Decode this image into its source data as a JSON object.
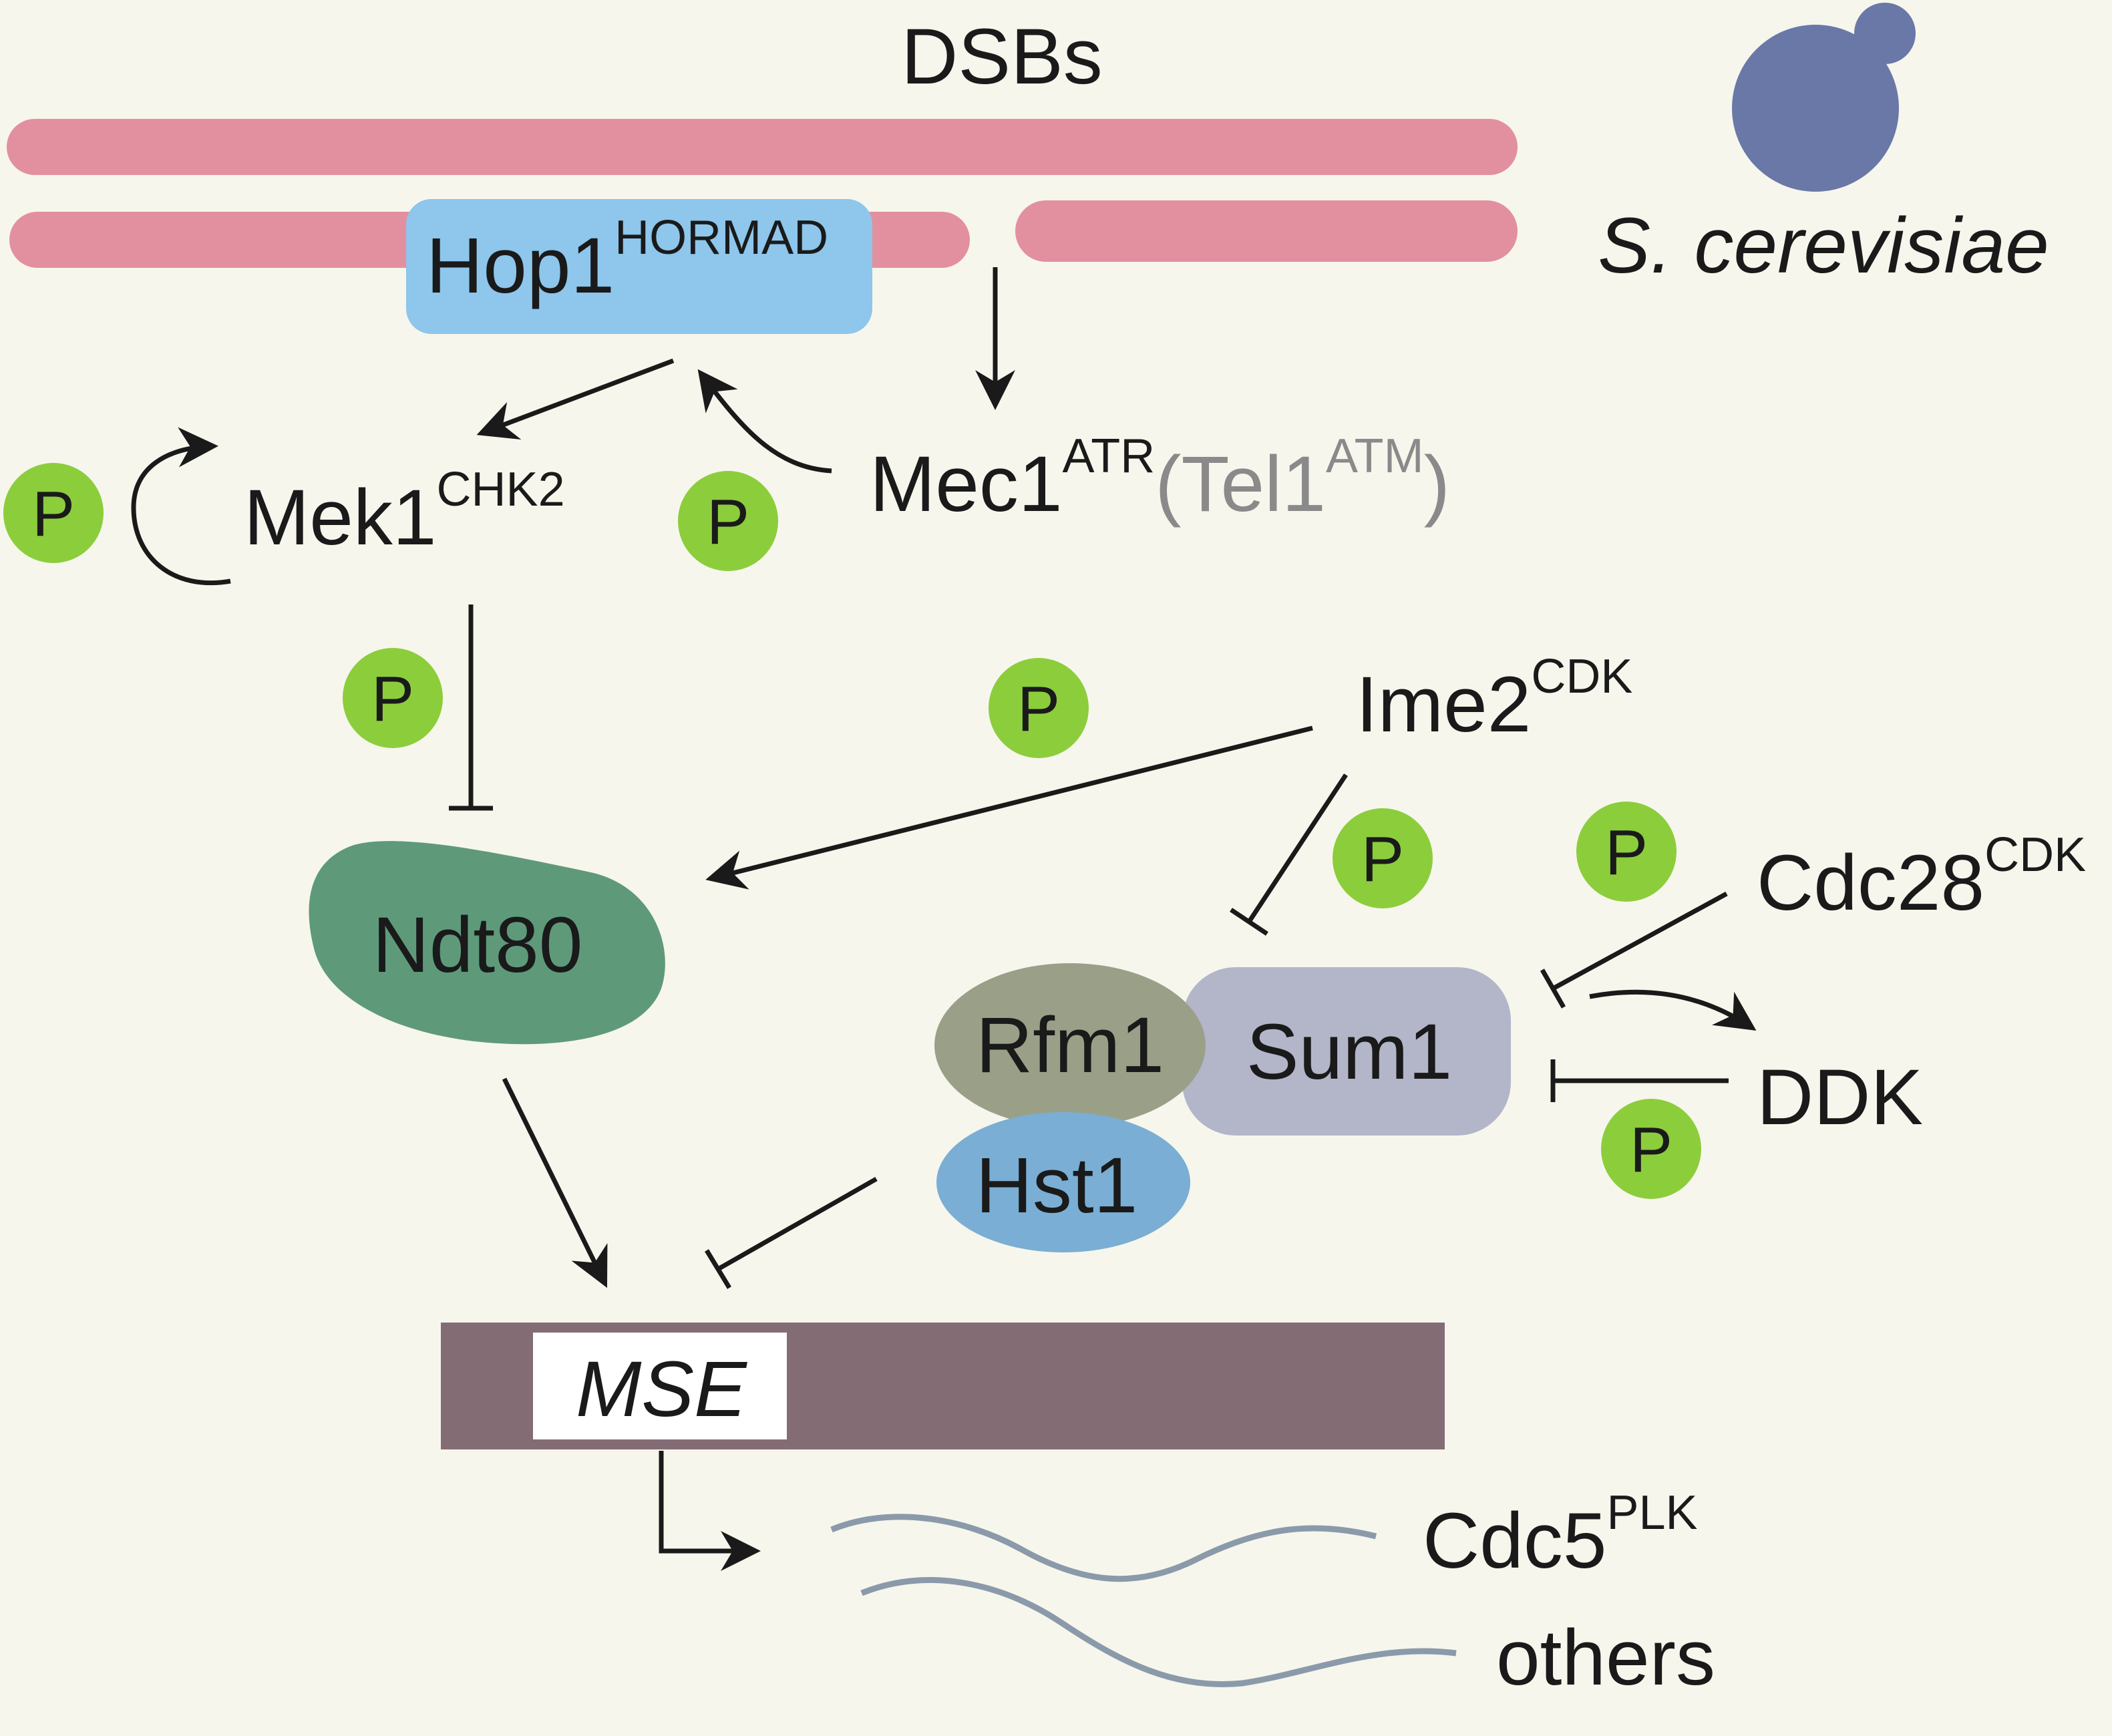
{
  "title": "DSBs",
  "organism": "S. cerevisiae",
  "phospho_label": "P",
  "colors": {
    "background": "#f7f6ec",
    "chromosome": "#e2909f",
    "hop1": "#8ec6ec",
    "yeast": "#6a78a8",
    "phospho": "#8ccd3c",
    "ndt80": "#5e9a7a",
    "rfm1": "#9aa088",
    "sum1": "#b3b5c9",
    "hst1": "#7aaed4",
    "promoter_bar": "#846c75",
    "transcripts": "#8b9aaa"
  },
  "nodes": {
    "hop1": {
      "name": "Hop1",
      "sup": "HORMAD"
    },
    "mec1": {
      "name": "Mec1",
      "sup": "ATR"
    },
    "tel1": {
      "open": "(",
      "name": "Tel1",
      "sup": "ATM",
      "close": ")"
    },
    "mek1": {
      "name": "Mek1",
      "sup": "CHK2"
    },
    "ime2": {
      "name": "Ime2",
      "sup": "CDK"
    },
    "ndt80": {
      "name": "Ndt80"
    },
    "rfm1": {
      "name": "Rfm1"
    },
    "sum1": {
      "name": "Sum1"
    },
    "hst1": {
      "name": "Hst1"
    },
    "cdc28": {
      "name": "Cdc28",
      "sup": "CDK"
    },
    "ddk": {
      "name": "DDK"
    },
    "mse": {
      "name": "MSE"
    },
    "cdc5": {
      "name": "Cdc5",
      "sup": "PLK"
    },
    "others": {
      "name": "others"
    }
  }
}
